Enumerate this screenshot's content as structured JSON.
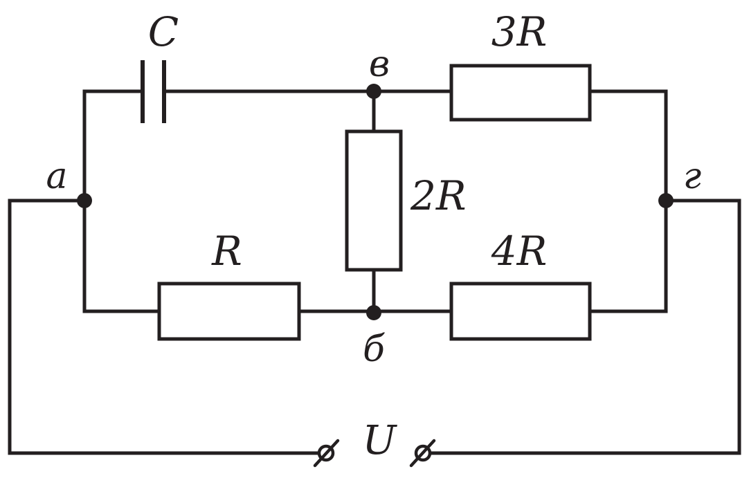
{
  "colors": {
    "ink": "#231f20",
    "background": "#ffffff"
  },
  "labels": {
    "capacitor": "C",
    "resistor_top_right": "3R",
    "resistor_middle": "2R",
    "resistor_bottom_left": "R",
    "resistor_bottom_right": "4R",
    "node_a": "а",
    "node_b": "б",
    "node_v": "в",
    "node_g": "г",
    "voltage": "U"
  }
}
